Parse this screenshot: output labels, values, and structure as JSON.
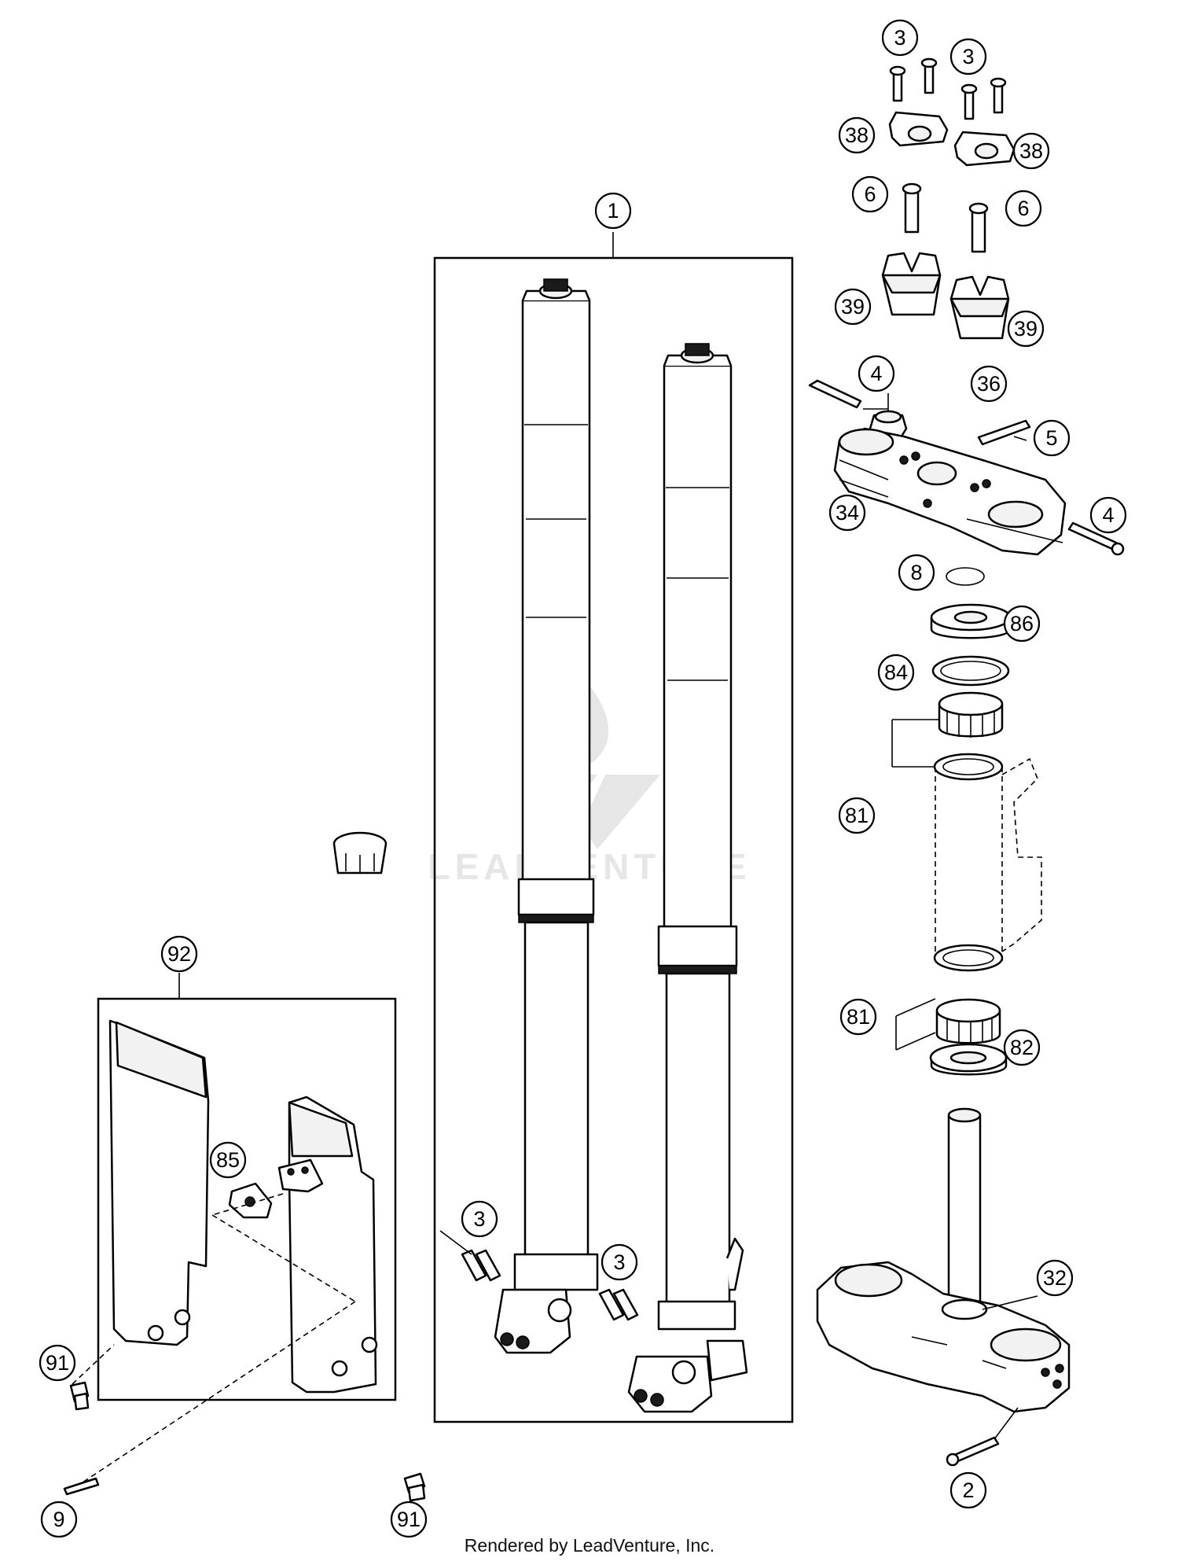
{
  "watermark": {
    "brand": "LEADVENTURE"
  },
  "footer": {
    "credit": "Rendered by LeadVenture, Inc."
  },
  "callouts": {
    "c1": "1",
    "c2": "2",
    "c3a": "3",
    "c3b": "3",
    "c3c": "3",
    "c3d": "3",
    "c4a": "4",
    "c4b": "4",
    "c5": "5",
    "c6a": "6",
    "c6b": "6",
    "c8": "8",
    "c9": "9",
    "c32": "32",
    "c34": "34",
    "c36": "36",
    "c38a": "38",
    "c38b": "38",
    "c39a": "39",
    "c39b": "39",
    "c81a": "81",
    "c81b": "81",
    "c82": "82",
    "c84": "84",
    "c85": "85",
    "c86": "86",
    "c91a": "91",
    "c91b": "91",
    "c92": "92"
  }
}
